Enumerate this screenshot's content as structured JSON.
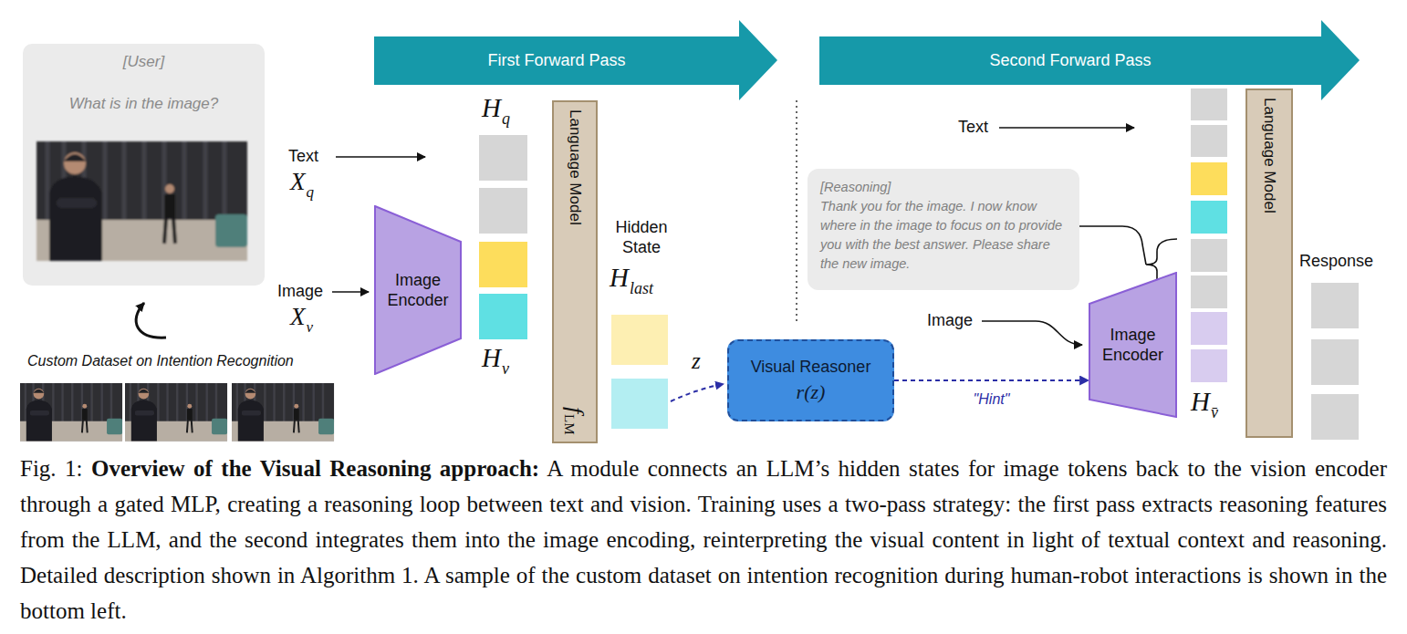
{
  "diagram": {
    "caption": "Fig. 1: Overview of the Visual Reasoning approach: A module connects an LLM’s hidden states for image tokens back to the vision encoder through a gated MLP, creating a reasoning loop between text and vision. Training uses a two-pass strategy: the first pass extracts reasoning features from the LLM, and the second integrates them into the image encoding, reinterpreting the visual content in light of textual context and reasoning. Detailed description shown in Algorithm 1. A sample of the custom dataset on intention recognition during human-robot interactions is shown in the bottom left.",
    "nodes": [
      {
        "text": [
          "[User]",
          "What is in the image?"
        ]
      },
      {
        "text": [
          "First Forward Pass"
        ]
      },
      {
        "text": [
          "Image Encoder"
        ]
      },
      {
        "text": [
          "Language Model",
          "f",
          "LM"
        ]
      },
      {
        "text": [
          "Visual Reasoner",
          "r(z)"
        ]
      },
      {
        "text": [
          "Second Forward Pass"
        ]
      },
      {
        "text": [
          "[Reasoning]",
          "Thank you for the image. I now know where in the image to focus on to provide you with the best answer. Please share the new image."
        ]
      },
      {
        "text": [
          "Image Encoder"
        ]
      },
      {
        "text": [
          "Language Model"
        ]
      }
    ],
    "edges": [
      {
        "from": 4,
        "to": 7,
        "arrow": "to",
        "label": "\"Hint\""
      }
    ],
    "labels": [
      "Text",
      "X",
      "q",
      "Image",
      "X",
      "v",
      "H",
      "q",
      "H",
      "v",
      "Hidden State",
      "H",
      "last",
      "z",
      "Text",
      "Image",
      "H",
      "v̄",
      "Response",
      "Custom Dataset on Intention Recognition"
    ]
  }
}
